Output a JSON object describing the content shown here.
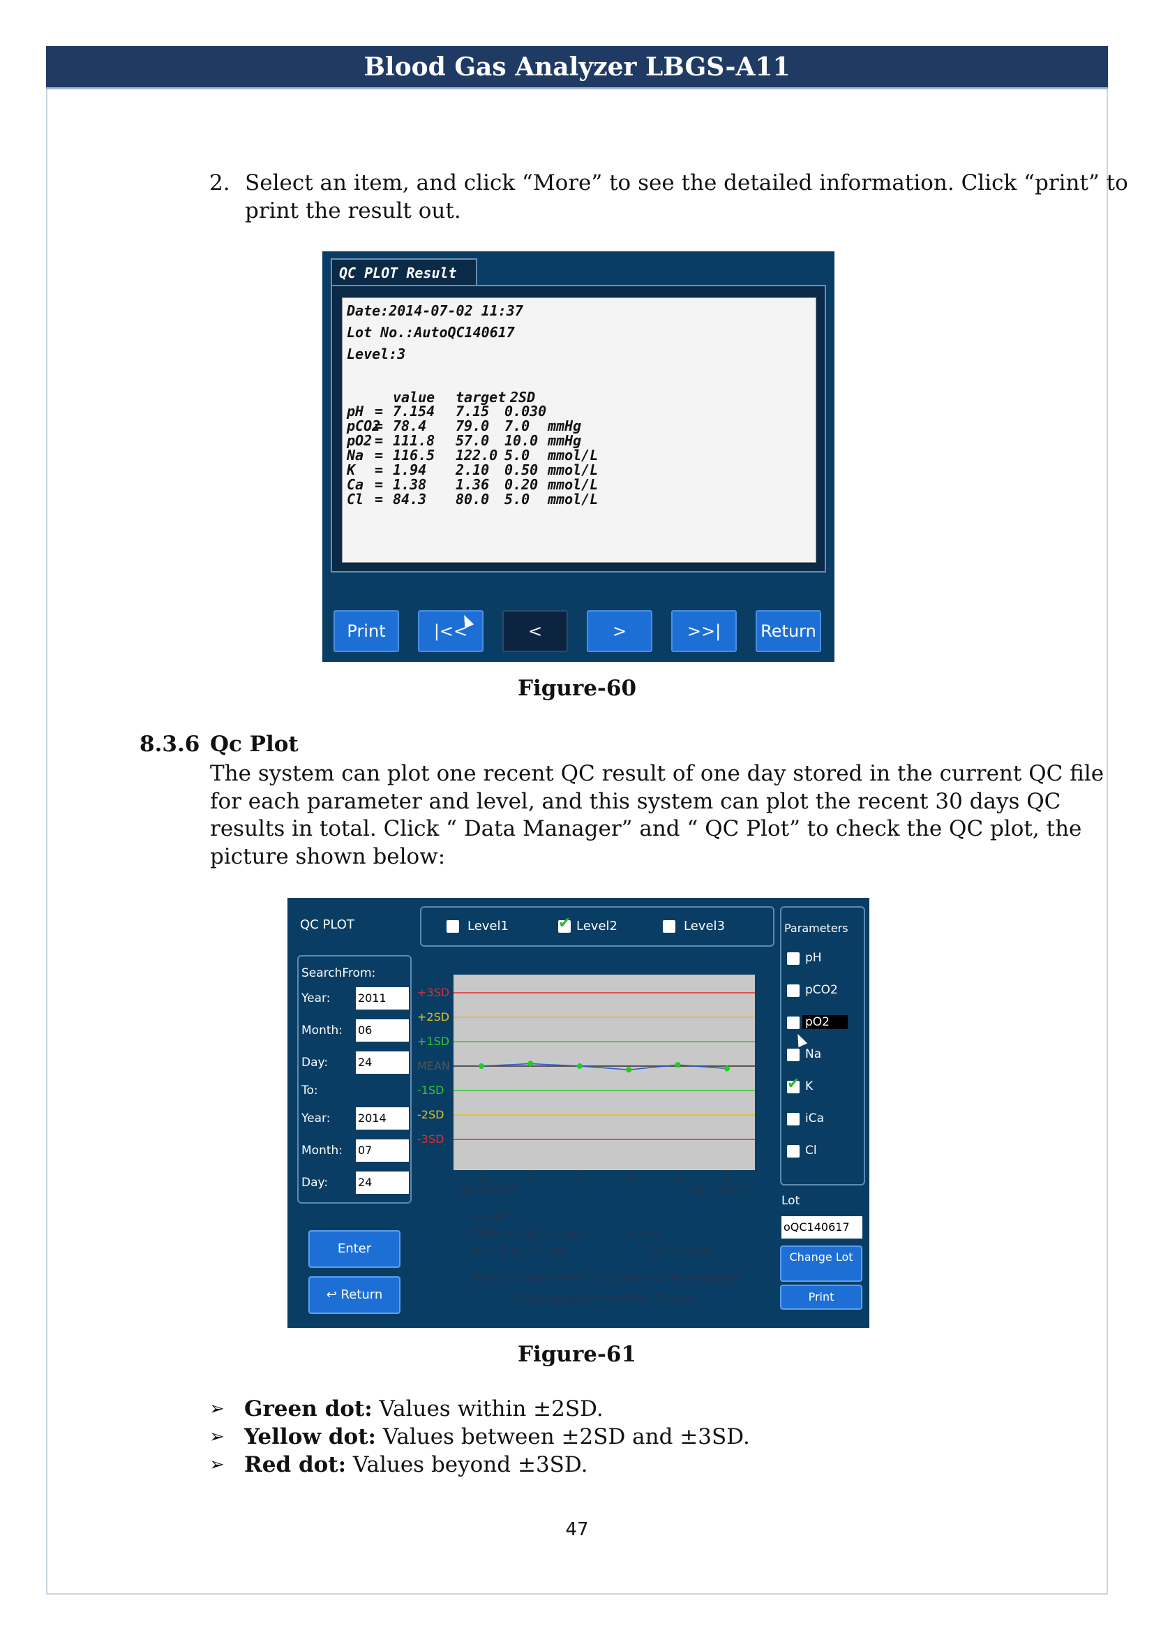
{
  "header": {
    "title": "Blood Gas Analyzer LBGS-A11"
  },
  "step2": {
    "number": "2.",
    "line1": "Select an item, and click “More” to see the detailed information. Click “print” to",
    "line2": "print the result out."
  },
  "figure60": {
    "caption": "Figure-60",
    "tab": "QC PLOT Result",
    "date": "Date:2014-07-02 11:37",
    "lot": "Lot No.:AutoQC140617",
    "level": "Level:3",
    "columns": [
      "value",
      "target",
      "2SD"
    ],
    "rows": [
      {
        "name": "pH",
        "eq": "=",
        "value": "7.154",
        "target": "7.15",
        "sd": "0.030",
        "unit": ""
      },
      {
        "name": "pCO2",
        "eq": "=",
        "value": "78.4",
        "target": "79.0",
        "sd": "7.0",
        "unit": "mmHg"
      },
      {
        "name": "pO2",
        "eq": "=",
        "value": "111.8",
        "target": "57.0",
        "sd": "10.0",
        "unit": "mmHg"
      },
      {
        "name": "Na",
        "eq": "=",
        "value": "116.5",
        "target": "122.0",
        "sd": "5.0",
        "unit": "mmol/L"
      },
      {
        "name": "K",
        "eq": "=",
        "value": "1.94",
        "target": "2.10",
        "sd": "0.50",
        "unit": "mmol/L"
      },
      {
        "name": "Ca",
        "eq": "=",
        "value": "1.38",
        "target": "1.36",
        "sd": "0.20",
        "unit": "mmol/L"
      },
      {
        "name": "Cl",
        "eq": "=",
        "value": "84.3",
        "target": "80.0",
        "sd": "5.0",
        "unit": "mmol/L"
      }
    ],
    "buttons": [
      "Print",
      "|<<",
      "<",
      ">",
      ">>|",
      "Return"
    ]
  },
  "section": {
    "number": "8.3.6",
    "title": "Qc Plot",
    "lines": [
      "The system can plot one recent QC result of one day stored in the current QC file",
      "for each parameter and level, and this system can plot the recent 30 days QC",
      "results in total. Click “ Data Manager” and “ QC Plot” to check the QC plot, the",
      "picture shown below:"
    ]
  },
  "figure61": {
    "caption": "Figure-61",
    "title": "QC PLOT",
    "levels": [
      {
        "label": "Level1",
        "checked": false
      },
      {
        "label": "Level2",
        "checked": true
      },
      {
        "label": "Level3",
        "checked": false
      }
    ],
    "search": {
      "heading": "SearchFrom:",
      "year_lbl": "Year:",
      "year": "2011",
      "month_lbl": "Month:",
      "month": "06",
      "day_lbl": "Day:",
      "day": "24",
      "to_lbl": "To:",
      "to_year_lbl": "Year:",
      "to_year": "2014",
      "to_month_lbl": "Month:",
      "to_month": "07",
      "to_day_lbl": "Day:",
      "to_day": "24"
    },
    "buttons": {
      "enter": "Enter",
      "return": "Return",
      "change_lot": "Change Lot",
      "print": "Print"
    },
    "parameters": {
      "heading": "Parameters",
      "items": [
        {
          "label": "pH",
          "checked": false
        },
        {
          "label": "pCO2",
          "checked": false
        },
        {
          "label": "pO2",
          "checked": false
        },
        {
          "label": "Na",
          "checked": false
        },
        {
          "label": "K",
          "checked": true
        },
        {
          "label": "iCa",
          "checked": false
        },
        {
          "label": "Cl",
          "checked": false
        }
      ]
    },
    "lot_label": "Lot",
    "lot_value": "oQC140617",
    "sd_labels": [
      "+3SD",
      "+2SD",
      "+1SD",
      "MEAN",
      "-1SD",
      "-2SD",
      "-3SD"
    ],
    "sd_colors": [
      "#d93030",
      "#e0c020",
      "#2ec82e",
      "#555555",
      "#2ec82e",
      "#e0c020",
      "#d93030"
    ],
    "x_start_date": "2014-06-25",
    "x_end_date": "2014-07-02",
    "x_ticks": [
      "1",
      "2",
      "3",
      "4",
      "5",
      "6"
    ],
    "points_sd": [
      0,
      0.1,
      0,
      -0.15,
      0.05,
      -0.1
    ],
    "stats": {
      "level": "Level2 K",
      "mean": "MEAN = 3.85  mmol/L",
      "n": "N = 6",
      "sd": "SD = 0.02  mmol/L",
      "cv": "CV = 0.41%",
      "note1": "Note: Only the lastest 31 QC data will be displayed",
      "note2": "if data range is more than 31 days"
    }
  },
  "bullets": [
    {
      "label": "Green dot:",
      "text": " Values within ±2SD."
    },
    {
      "label": "Yellow dot:",
      "text": " Values between ±2SD and ±3SD."
    },
    {
      "label": "Red dot:",
      "text": " Values beyond ±3SD."
    }
  ],
  "page_number": "47"
}
